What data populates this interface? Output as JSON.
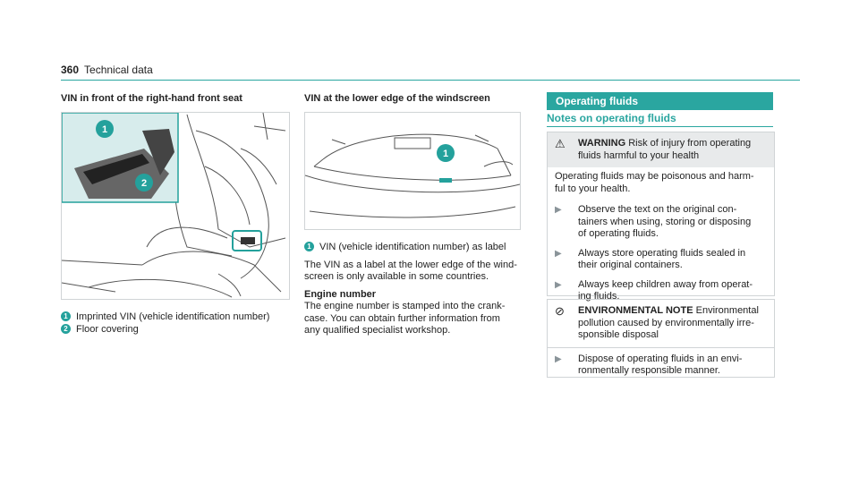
{
  "header": {
    "page_number": "360",
    "section": "Technical data"
  },
  "left": {
    "heading": "VIN in front of the right-hand front seat",
    "captions": [
      {
        "num": "1",
        "text": "Imprinted VIN (vehicle identification number)"
      },
      {
        "num": "2",
        "text": "Floor covering"
      }
    ]
  },
  "middle": {
    "heading": "VIN at the lower edge of the windscreen",
    "caption": {
      "num": "1",
      "text": "VIN (vehicle identification number) as label"
    },
    "para1": [
      "The VIN as a label at the lower edge of the wind-",
      "screen is only available in some countries."
    ],
    "engine_heading": "Engine number",
    "para2": [
      "The engine number is stamped into the crank-",
      "case. You can obtain further information from",
      "any qualified specialist workshop."
    ]
  },
  "right": {
    "section_title": "Operating fluids",
    "subheading": "Notes on operating fluids",
    "warning": {
      "label": "WARNING",
      "title_lines": [
        "Risk of injury from operating",
        "fluids harmful to your health"
      ],
      "body": [
        "Operating fluids may be poisonous and harm-",
        "ful to your health."
      ],
      "bullets": [
        [
          "Observe the text on the original con-",
          "tainers when using, storing or disposing",
          "of operating fluids."
        ],
        [
          "Always store operating fluids sealed in",
          "their original containers."
        ],
        [
          "Always keep children away from operat-",
          "ing fluids."
        ]
      ]
    },
    "env": {
      "label": "ENVIRONMENTAL NOTE",
      "title_lines": [
        "Environmental",
        "pollution caused by environmentally irre-",
        "sponsible disposal"
      ],
      "bullet": [
        "Dispose of operating fluids in an envi-",
        "ronmentally responsible manner."
      ]
    }
  },
  "colors": {
    "accent": "#2aa6a0",
    "box_head": "#e8eaeb",
    "border": "#d0d4d6"
  },
  "icons": [
    "warning-triangle-icon",
    "environment-leaf-icon",
    "bullet-triangle-icon"
  ]
}
